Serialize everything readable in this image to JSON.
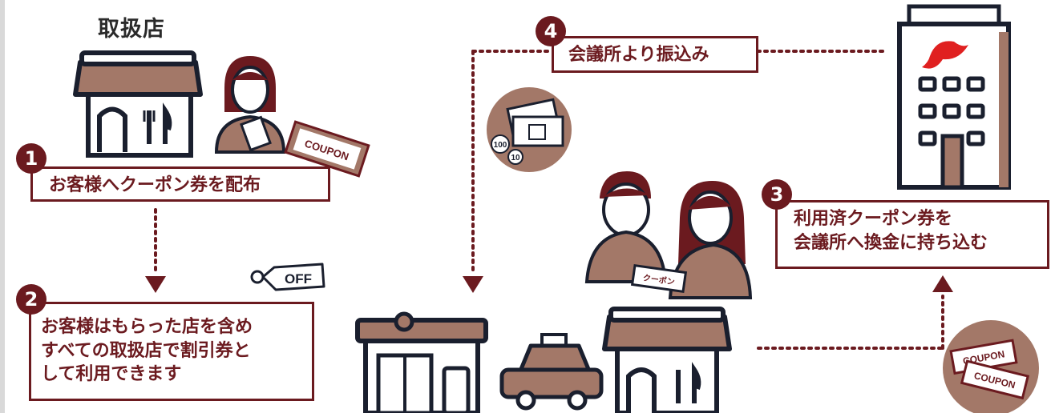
{
  "title": "取扱店",
  "steps": [
    {
      "num": "1",
      "text": "お客様へクーポン券を配布"
    },
    {
      "num": "2",
      "lines": [
        "お客様はもらった店を含め",
        "すべての取扱店で割引券と",
        "して利用できます"
      ]
    },
    {
      "num": "3",
      "lines": [
        "利用済クーポン券を",
        "会議所へ換金に持ち込む"
      ]
    },
    {
      "num": "4",
      "text": "会議所より振込み"
    }
  ],
  "tags": {
    "coupon": "COUPON",
    "off": "OFF",
    "ticket": "クーポン",
    "coin_100": "100",
    "coin_10": "10"
  },
  "colors": {
    "brand": "#6b1a1f",
    "accent": "#a37868",
    "light_accent": "#c9a99c",
    "logo_red": "#e02020"
  }
}
